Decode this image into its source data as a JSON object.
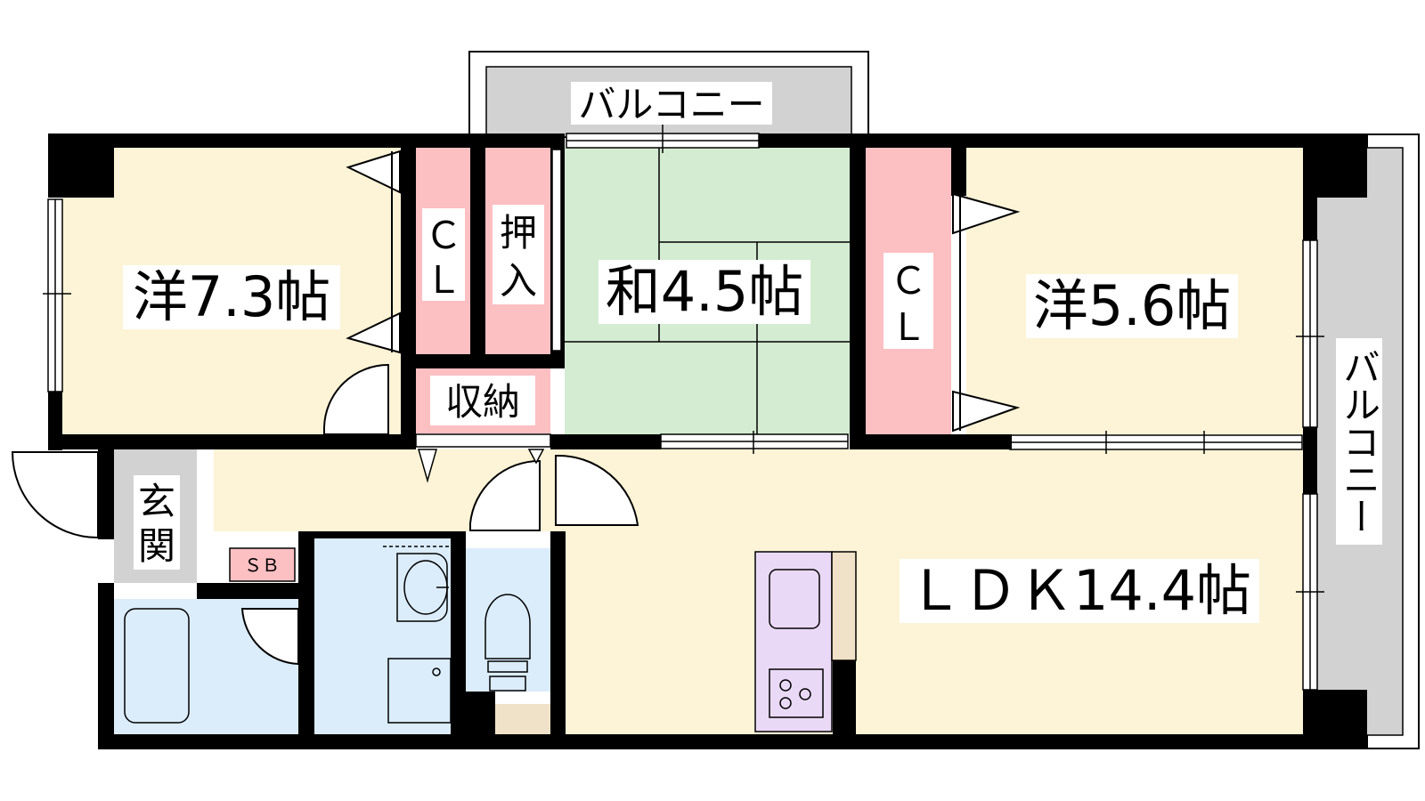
{
  "labels": {
    "balcony_top": "バルコニー",
    "balcony_right": "バルコニー",
    "room_west_73": "洋7.3帖",
    "room_washitsu": "和4.5帖",
    "room_west_56": "洋5.6帖",
    "ldk": "ＬＤＫ14.4帖",
    "closet_left_c": "Ｃ",
    "closet_left_l": "Ｌ",
    "oshiire_1": "押",
    "oshiire_2": "入",
    "closet_right_c": "Ｃ",
    "closet_right_l": "Ｌ",
    "storage": "収納",
    "genkan_1": "玄",
    "genkan_2": "関",
    "shoebox": "ＳＢ"
  },
  "colors": {
    "western_room": "#fdf3d6",
    "japanese_room": "#d4ecd2",
    "closet": "#fcbfc2",
    "wet_area": "#dbecfb",
    "entrance": "#d2d2d2",
    "balcony": "#d2d2d2",
    "kitchen": "#ead9f6",
    "counter": "#f0e2c8",
    "wall": "#000000"
  }
}
